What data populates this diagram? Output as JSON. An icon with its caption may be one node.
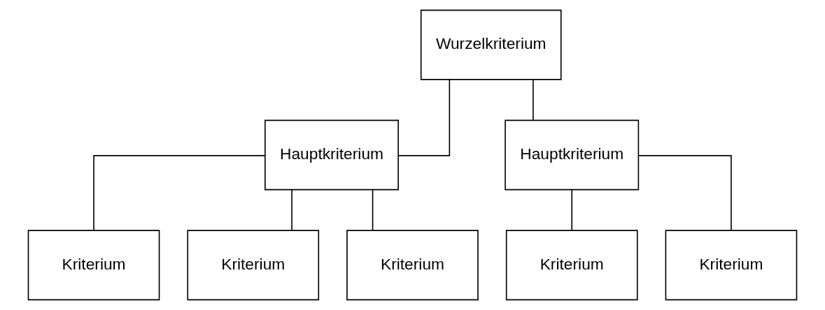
{
  "diagram": {
    "nodes": [
      {
        "text": [
          "Wurzelkriterium"
        ]
      },
      {
        "text": [
          "Hauptkriterium"
        ]
      },
      {
        "text": [
          "Hauptkriterium"
        ]
      },
      {
        "text": [
          "Kriterium"
        ]
      },
      {
        "text": [
          "Kriterium"
        ]
      },
      {
        "text": [
          "Kriterium"
        ]
      },
      {
        "text": [
          "Kriterium"
        ]
      },
      {
        "text": [
          "Kriterium"
        ]
      }
    ],
    "edges": [
      {
        "from": 0,
        "to": 1,
        "arrow": "none"
      },
      {
        "from": 0,
        "to": 2,
        "arrow": "none"
      },
      {
        "from": 1,
        "to": 3,
        "arrow": "none"
      },
      {
        "from": 1,
        "to": 4,
        "arrow": "none"
      },
      {
        "from": 1,
        "to": 5,
        "arrow": "none"
      },
      {
        "from": 2,
        "to": 6,
        "arrow": "none"
      },
      {
        "from": 2,
        "to": 7,
        "arrow": "none"
      }
    ]
  }
}
